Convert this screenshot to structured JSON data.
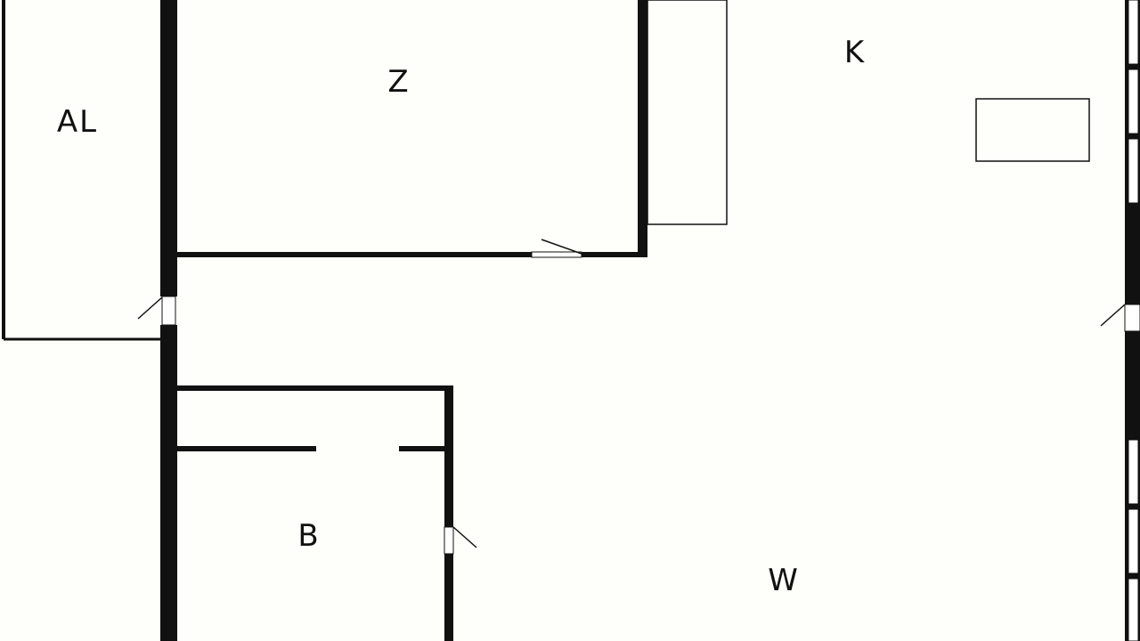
{
  "plan": {
    "background_color": "#fefefb",
    "wall_color": "#111111",
    "rooms": {
      "al": "AL",
      "z": "Z",
      "k": "K",
      "b": "B",
      "w": "W"
    }
  }
}
